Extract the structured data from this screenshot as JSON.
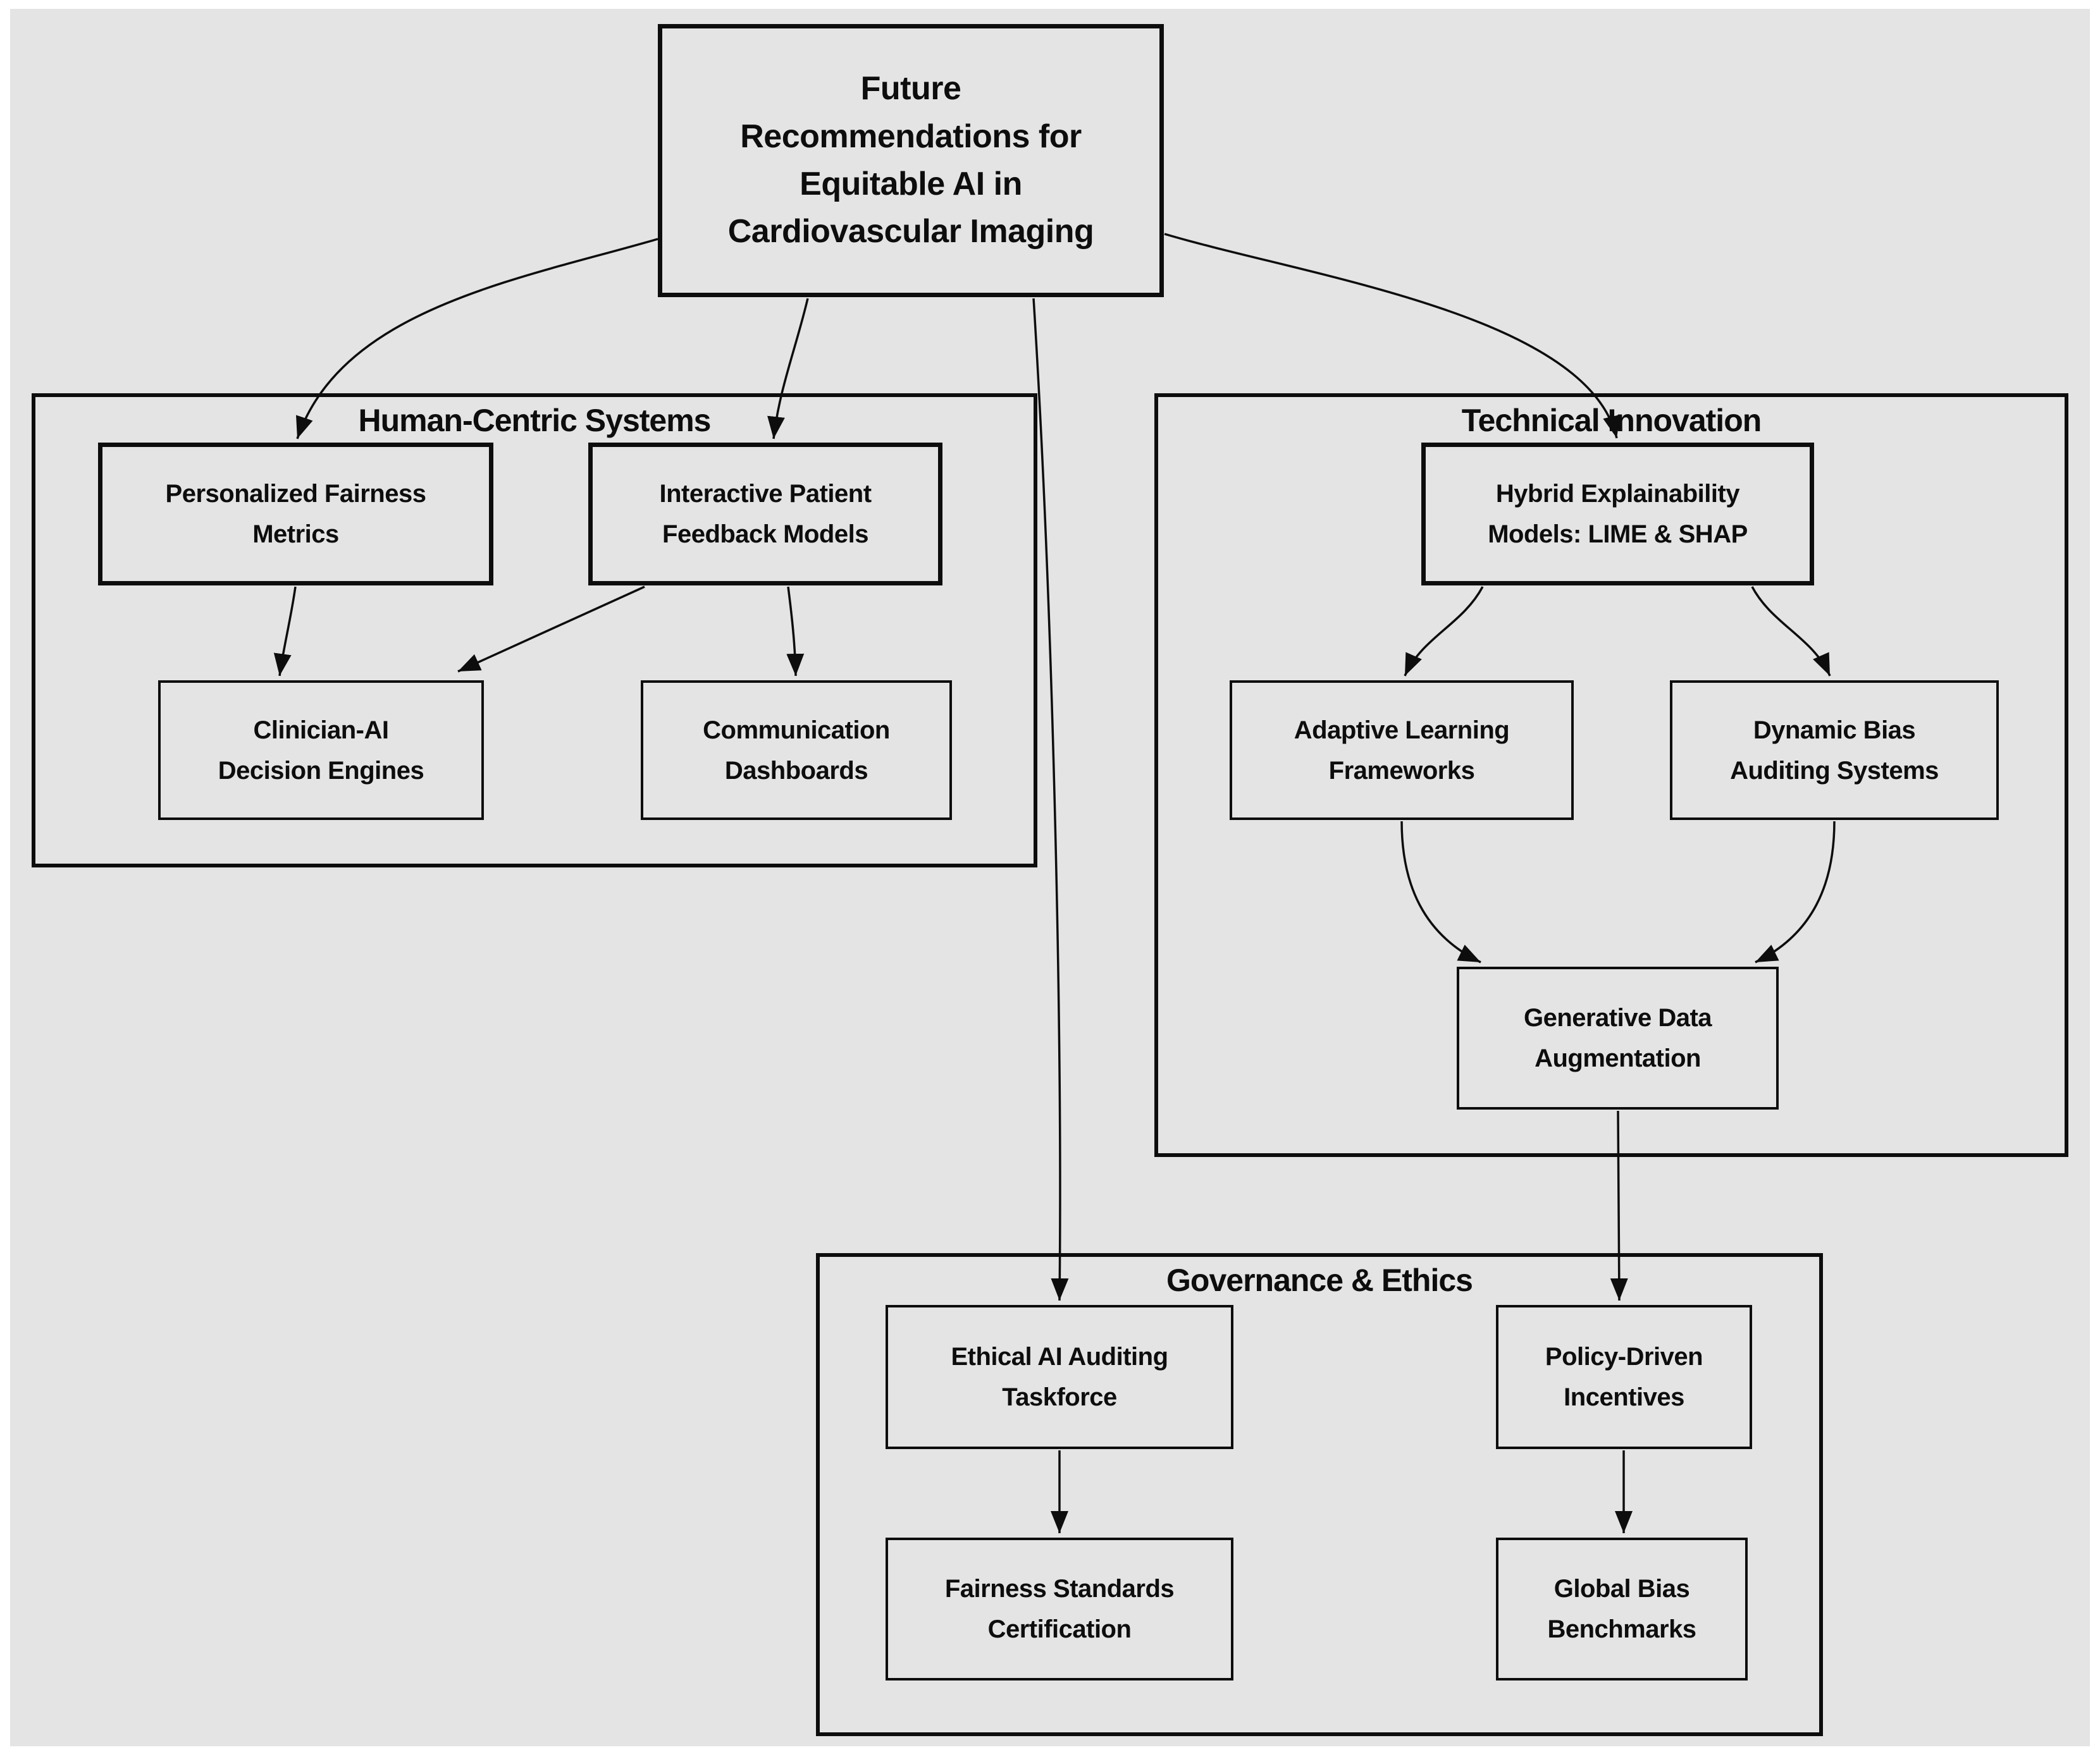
{
  "page": {
    "background": "#ffffff",
    "canvas_background": "#e4e4e4",
    "ink": "#0d0d0d"
  },
  "root": {
    "label": "Future\nRecommendations for\nEquitable AI in\nCardiovascular Imaging"
  },
  "clusters": {
    "human_centric": {
      "label": "Human-Centric Systems"
    },
    "technical": {
      "label": "Technical Innovation"
    },
    "governance": {
      "label": "Governance & Ethics"
    }
  },
  "nodes": {
    "personalized-fairness-metrics": {
      "label": "Personalized Fairness\nMetrics",
      "cluster": "Human-Centric Systems"
    },
    "interactive-patient-feedback-models": {
      "label": "Interactive Patient\nFeedback Models",
      "cluster": "Human-Centric Systems"
    },
    "clinician-ai-decision-engines": {
      "label": "Clinician-AI\nDecision Engines",
      "cluster": "Human-Centric Systems"
    },
    "communication-dashboards": {
      "label": "Communication\nDashboards",
      "cluster": "Human-Centric Systems"
    },
    "hybrid-explainability-models": {
      "label": "Hybrid Explainability\nModels: LIME & SHAP",
      "cluster": "Technical Innovation"
    },
    "adaptive-learning-frameworks": {
      "label": "Adaptive Learning\nFrameworks",
      "cluster": "Technical Innovation"
    },
    "dynamic-bias-auditing-systems": {
      "label": "Dynamic Bias\nAuditing Systems",
      "cluster": "Technical Innovation"
    },
    "generative-data-augmentation": {
      "label": "Generative Data\nAugmentation",
      "cluster": "Technical Innovation"
    },
    "ethical-ai-auditing-taskforce": {
      "label": "Ethical AI Auditing\nTaskforce",
      "cluster": "Governance & Ethics"
    },
    "policy-driven-incentives": {
      "label": "Policy-Driven\nIncentives",
      "cluster": "Governance & Ethics"
    },
    "fairness-standards-certification": {
      "label": "Fairness Standards\nCertification",
      "cluster": "Governance & Ethics"
    },
    "global-bias-benchmarks": {
      "label": "Global Bias\nBenchmarks",
      "cluster": "Governance & Ethics"
    }
  },
  "edges": [
    {
      "from": "root",
      "to": "personalized-fairness-metrics"
    },
    {
      "from": "root",
      "to": "interactive-patient-feedback-models"
    },
    {
      "from": "root",
      "to": "ethical-ai-auditing-taskforce"
    },
    {
      "from": "root",
      "to": "hybrid-explainability-models"
    },
    {
      "from": "personalized-fairness-metrics",
      "to": "clinician-ai-decision-engines"
    },
    {
      "from": "interactive-patient-feedback-models",
      "to": "clinician-ai-decision-engines"
    },
    {
      "from": "interactive-patient-feedback-models",
      "to": "communication-dashboards"
    },
    {
      "from": "hybrid-explainability-models",
      "to": "adaptive-learning-frameworks"
    },
    {
      "from": "hybrid-explainability-models",
      "to": "dynamic-bias-auditing-systems"
    },
    {
      "from": "adaptive-learning-frameworks",
      "to": "generative-data-augmentation"
    },
    {
      "from": "dynamic-bias-auditing-systems",
      "to": "generative-data-augmentation"
    },
    {
      "from": "generative-data-augmentation",
      "to": "policy-driven-incentives"
    },
    {
      "from": "ethical-ai-auditing-taskforce",
      "to": "fairness-standards-certification"
    },
    {
      "from": "policy-driven-incentives",
      "to": "global-bias-benchmarks"
    }
  ]
}
